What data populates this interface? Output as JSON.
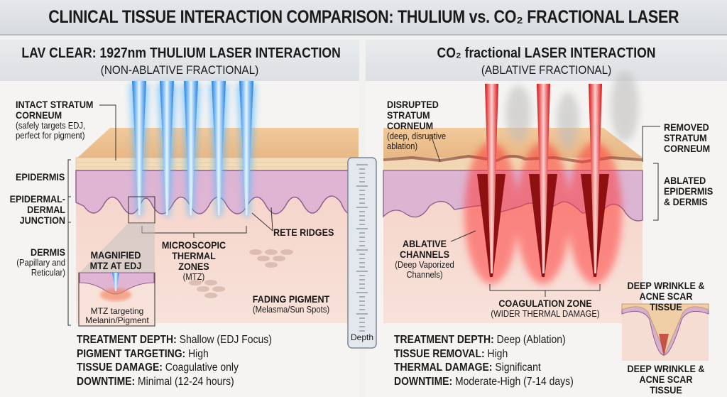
{
  "title": "CLINICAL TISSUE INTERACTION COMPARISON: THULIUM vs. CO₂ FRACTIONAL LASER",
  "left": {
    "heading": "LAV CLEAR: 1927nm THULIUM LASER INTERACTION",
    "subheading": "(NON-ABLATIVE FRACTIONAL)",
    "labels": {
      "stratum": "INTACT STRATUM CORNEUM",
      "stratum_note": "(safely targets EDJ, perfect for pigment)",
      "epidermis": "EPIDERMIS",
      "edj": "EPIDERMAL-DERMAL JUNCTION",
      "dermis": "DERMIS",
      "dermis_note": "(Papillary and Reticular)",
      "rete": "RETE RIDGES",
      "mtz": "MICROSCOPIC THERMAL ZONES",
      "mtz_note": "(MTZ)",
      "magnified": "MAGNIFIED MTZ AT EDJ",
      "inset_caption": "MTZ targeting Melanin/Pigment",
      "pigment": "FADING PIGMENT",
      "pigment_note": "(Melasma/Sun Spots)"
    },
    "stats": [
      {
        "key": "TREATMENT DEPTH:",
        "value": "Shallow (EDJ Focus)"
      },
      {
        "key": "PIGMENT TARGETING:",
        "value": "High"
      },
      {
        "key": "TISSUE DAMAGE:",
        "value": "Coagulative only"
      },
      {
        "key": "DOWNTIME:",
        "value": "Minimal (12-24 hours)"
      }
    ],
    "beam_color": "#4aa8ff"
  },
  "depth_label": "Depth",
  "right": {
    "heading": "CO₂ fractional LASER INTERACTION",
    "subheading": "(ABLATIVE FRACTIONAL)",
    "labels": {
      "disrupted": "DISRUPTED STRATUM CORNEUM",
      "disrupted_note": "(deep, disruptive ablation)",
      "removed": "REMOVED STRATUM CORNEUM",
      "ablated": "ABLATED EPIDERMIS & DERMIS",
      "channels": "ABLATIVE CHANNELS",
      "channels_note": "(Deep Vaporized Channels)",
      "coag": "COAGULATION ZONE",
      "coag_note": "(WIDER THERMAL DAMAGE)",
      "wrinkle_top": "DEEP WRINKLE & ACNE SCAR TISSUE",
      "wrinkle_bottom": "DEEP WRINKLE & ACNE SCAR TISSUE"
    },
    "stats": [
      {
        "key": "TREATMENT DEPTH:",
        "value": "Deep (Ablation)"
      },
      {
        "key": "TISSUE REMOVAL:",
        "value": "High"
      },
      {
        "key": "THERMAL DAMAGE:",
        "value": "Significant"
      },
      {
        "key": "DOWNTIME:",
        "value": "Moderate-High (7-14 days)"
      }
    ],
    "beam_color": "#e21b1b"
  }
}
